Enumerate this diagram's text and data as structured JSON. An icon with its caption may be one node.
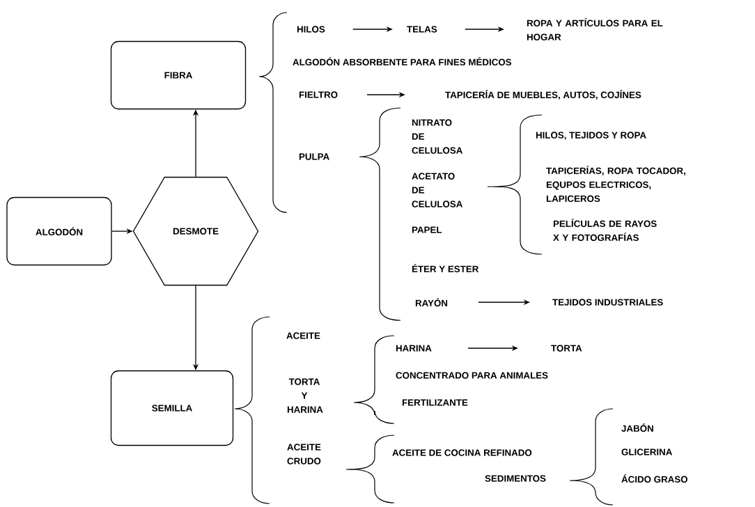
{
  "diagram": {
    "nodes": [
      {
        "text": [
          "ALGODÓN"
        ]
      },
      {
        "text": [
          "DESMOTE"
        ]
      },
      {
        "text": [
          "FIBRA"
        ]
      },
      {
        "text": [
          "SEMILLA"
        ]
      },
      {
        "text": [
          "HILOS"
        ]
      },
      {
        "text": [
          "TELAS"
        ]
      },
      {
        "text": [
          "ROPA Y ARTÍCULOS PARA EL HOGAR"
        ]
      },
      {
        "text": [
          "FIELTRO"
        ]
      },
      {
        "text": [
          "TAPICERÍA DE MUEBLES, AUTOS, COJÍNES"
        ]
      },
      {
        "text": [
          "RAYÓN"
        ]
      },
      {
        "text": [
          "TEJIDOS INDUSTRIALES"
        ]
      },
      {
        "text": [
          "HARINA"
        ]
      },
      {
        "text": [
          "TORTA"
        ]
      }
    ],
    "edges": [
      {
        "from": 0,
        "to": 1,
        "arrow": "to"
      },
      {
        "from": 1,
        "to": 2,
        "arrow": "to"
      },
      {
        "from": 1,
        "to": 3,
        "arrow": "to"
      },
      {
        "from": 4,
        "to": 5,
        "arrow": "to"
      },
      {
        "from": 5,
        "to": 6,
        "arrow": "to"
      },
      {
        "from": 7,
        "to": 8,
        "arrow": "to"
      },
      {
        "from": 9,
        "to": 10,
        "arrow": "to"
      },
      {
        "from": 11,
        "to": 12,
        "arrow": "to"
      }
    ],
    "labels": [
      "ALGODÓN ABSORBENTE PARA FINES MÉDICOS",
      "PULPA",
      "NITRATO DE CELULOSA",
      "HILOS, TEJIDOS Y ROPA",
      "ACETATO DE CELULOSA",
      "TAPICERÍAS, ROPA TOCADOR, EQUPOS ELECTRICOS, LAPICEROS",
      "PAPEL",
      "PELÍCULAS DE RAYOS X Y FOTOGRAFÍAS",
      "ÉTER Y ESTER",
      "ACEITE",
      "CONCENTRADO PARA ANIMALES",
      "TORTA Y HARINA",
      "FERTILIZANTE",
      "JABÓN",
      "ACEITE CRUDO",
      "ACEITE DE COCINA REFINADO",
      "GLICERINA",
      "SEDIMENTOS",
      "ÁCIDO GRASO"
    ]
  }
}
